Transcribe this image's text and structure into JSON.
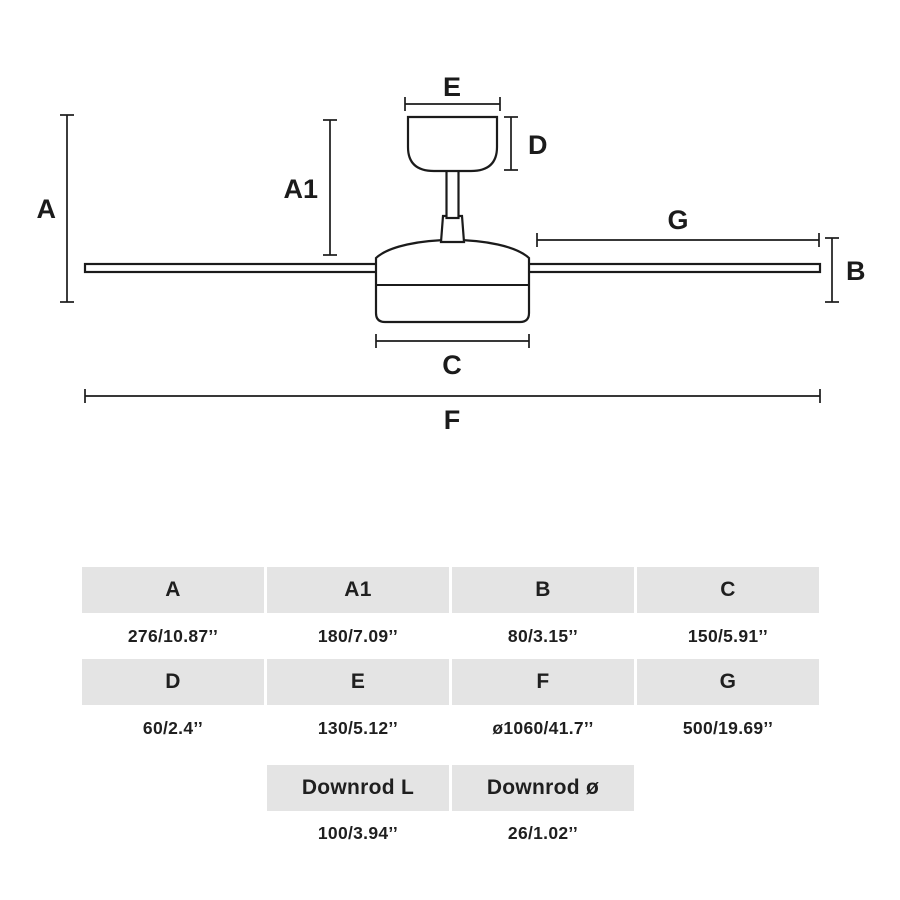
{
  "colors": {
    "table_header_bg": "#e4e4e4",
    "line": "#1b1b1b"
  },
  "diagram": {
    "labels": {
      "A": "A",
      "A1": "A1",
      "B": "B",
      "C": "C",
      "D": "D",
      "E": "E",
      "F": "F",
      "G": "G"
    }
  },
  "table": {
    "rows": [
      {
        "cells": [
          "A",
          "A1",
          "B",
          "C"
        ]
      },
      {
        "cells": [
          "276/10.87’’",
          "180/7.09’’",
          "80/3.15’’",
          "150/5.91’’"
        ]
      },
      {
        "cells": [
          "D",
          "E",
          "F",
          "G"
        ]
      },
      {
        "cells": [
          "60/2.4’’",
          "130/5.12’’",
          "ø1060/41.7’’",
          "500/19.69’’"
        ]
      },
      {
        "cells": [
          "Downrod L",
          "Downrod ø"
        ]
      },
      {
        "cells": [
          "100/3.94’’",
          "26/1.02’’"
        ]
      }
    ]
  }
}
